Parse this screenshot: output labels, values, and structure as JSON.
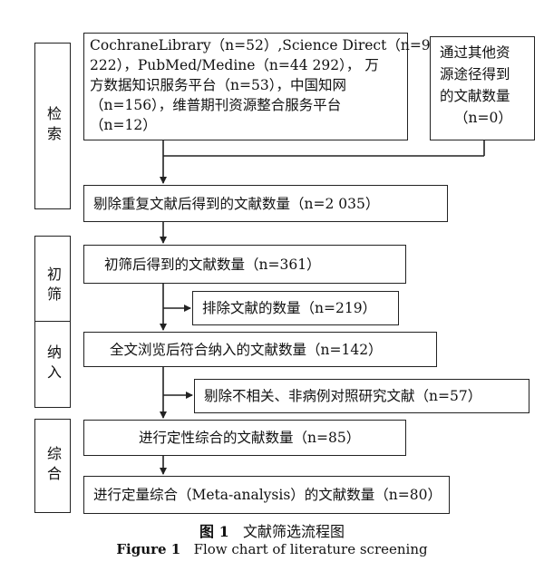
{
  "stages": {
    "search": "检索",
    "screening": "初筛",
    "inclusion": "纳入",
    "synthesis": "综合"
  },
  "boxes": {
    "databases_lines": [
      "CochraneLibrary（n=52）,Science Direct（n=9",
      "222），PubMed/Medine（n=44 292），  万",
      "方数据知识服务平台（n=53），中国知网",
      "（n=156），维普期刊资源整合服务平台",
      "（n=12）"
    ],
    "other_sources_lines": [
      "通过其他资",
      "源途径得到",
      "的文献数量",
      "（n=0）"
    ],
    "after_dedup": "剔除重复文献后得到的文献数量（n=2 035）",
    "after_screen": "初筛后得到的文献数量（n=361）",
    "excluded_1": "排除文献的数量（n=219）",
    "full_text": "全文浏览后符合纳入的文献数量（n=142）",
    "excluded_2": "剔除不相关、非病例对照研究文献（n=57）",
    "qualitative": "进行定性综合的文献数量（n=85）",
    "quantitative": "进行定量综合（Meta-analysis）的文献数量（n=80）"
  },
  "caption": {
    "cn_label": "图 1",
    "cn_text": "文献筛选流程图",
    "en_label": "Figure 1",
    "en_text": "Flow chart of literature screening"
  }
}
